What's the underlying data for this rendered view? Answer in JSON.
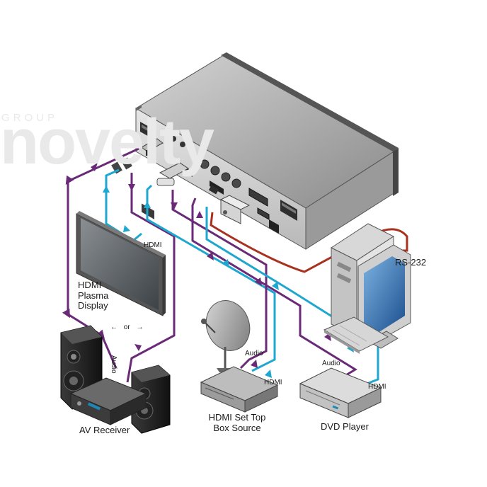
{
  "watermark": {
    "small": "GROUP",
    "large": "novelty"
  },
  "labels": {
    "hdmi_display_cable": "HDMI",
    "display_line1": "HDMI",
    "display_line2": "Plasma",
    "display_line3": "Display",
    "or": "or",
    "receiver_audio": "Audio",
    "av_receiver": "AV Receiver",
    "stb_audio": "Audio",
    "stb_hdmi": "HDMI",
    "stb_line1": "HDMI Set Top",
    "stb_line2": "Box Source",
    "dvd_audio": "Audio",
    "dvd_hdmi": "HDMI",
    "dvd_player": "DVD Player",
    "rs232": "RS-232"
  },
  "colors": {
    "hdmi_cable": "#1ea7cf",
    "audio_cable": "#6a2a78",
    "rs232_cable": "#a8321f"
  }
}
